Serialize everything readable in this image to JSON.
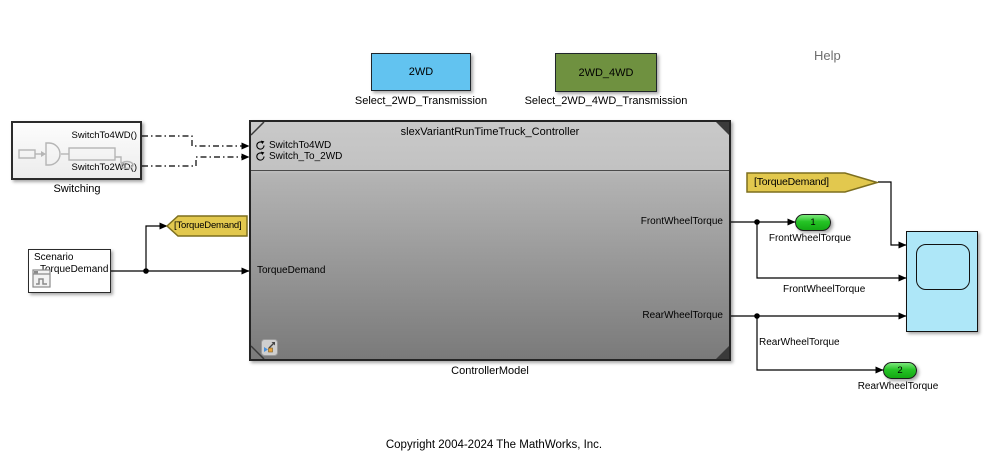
{
  "header": {
    "help": "Help"
  },
  "footer": {
    "copyright": "Copyright 2004-2024 The MathWorks, Inc."
  },
  "blocks": {
    "select_2wd": {
      "text": "2WD",
      "label": "Select_2WD_Transmission"
    },
    "select_2wd_4wd": {
      "text": "2WD_4WD",
      "label": "Select_2WD_4WD_Transmission"
    },
    "switching": {
      "label": "Switching",
      "port_top": "SwitchTo4WD()",
      "port_bottom": "SwitchTo2WD()"
    },
    "scenario": {
      "name": "Scenario",
      "signal": "TorqueDemand"
    },
    "controller": {
      "title": "slexVariantRunTimeTruck_Controller",
      "label": "ControllerModel",
      "fcn_port1": "SwitchTo4WD",
      "fcn_port2": "Switch_To_2WD",
      "inport": "TorqueDemand",
      "outport1": "FrontWheelTorque",
      "outport2": "RearWheelTorque"
    },
    "goto_tag": {
      "text": "[TorqueDemand]"
    },
    "from_tag": {
      "text": "[TorqueDemand]"
    },
    "outport_front": {
      "number": "1",
      "label": "FrontWheelTorque"
    },
    "outport_rear": {
      "number": "2",
      "label": "RearWheelTorque"
    }
  },
  "signal_labels": {
    "front": "FrontWheelTorque",
    "rear": "RearWheelTorque"
  },
  "colors": {
    "variant_2wd_fill": "#62c3f0",
    "variant_2wd_4wd_fill": "#6f9140",
    "tag_yellow_fill": "#e2c84e",
    "tag_yellow_border": "#7d6f1f",
    "scope_fill": "#aee7f8",
    "outport_green": "#25c325",
    "controller_gray_top": "#c9c9c9",
    "controller_gray_bottom": "#7a7a7a"
  }
}
